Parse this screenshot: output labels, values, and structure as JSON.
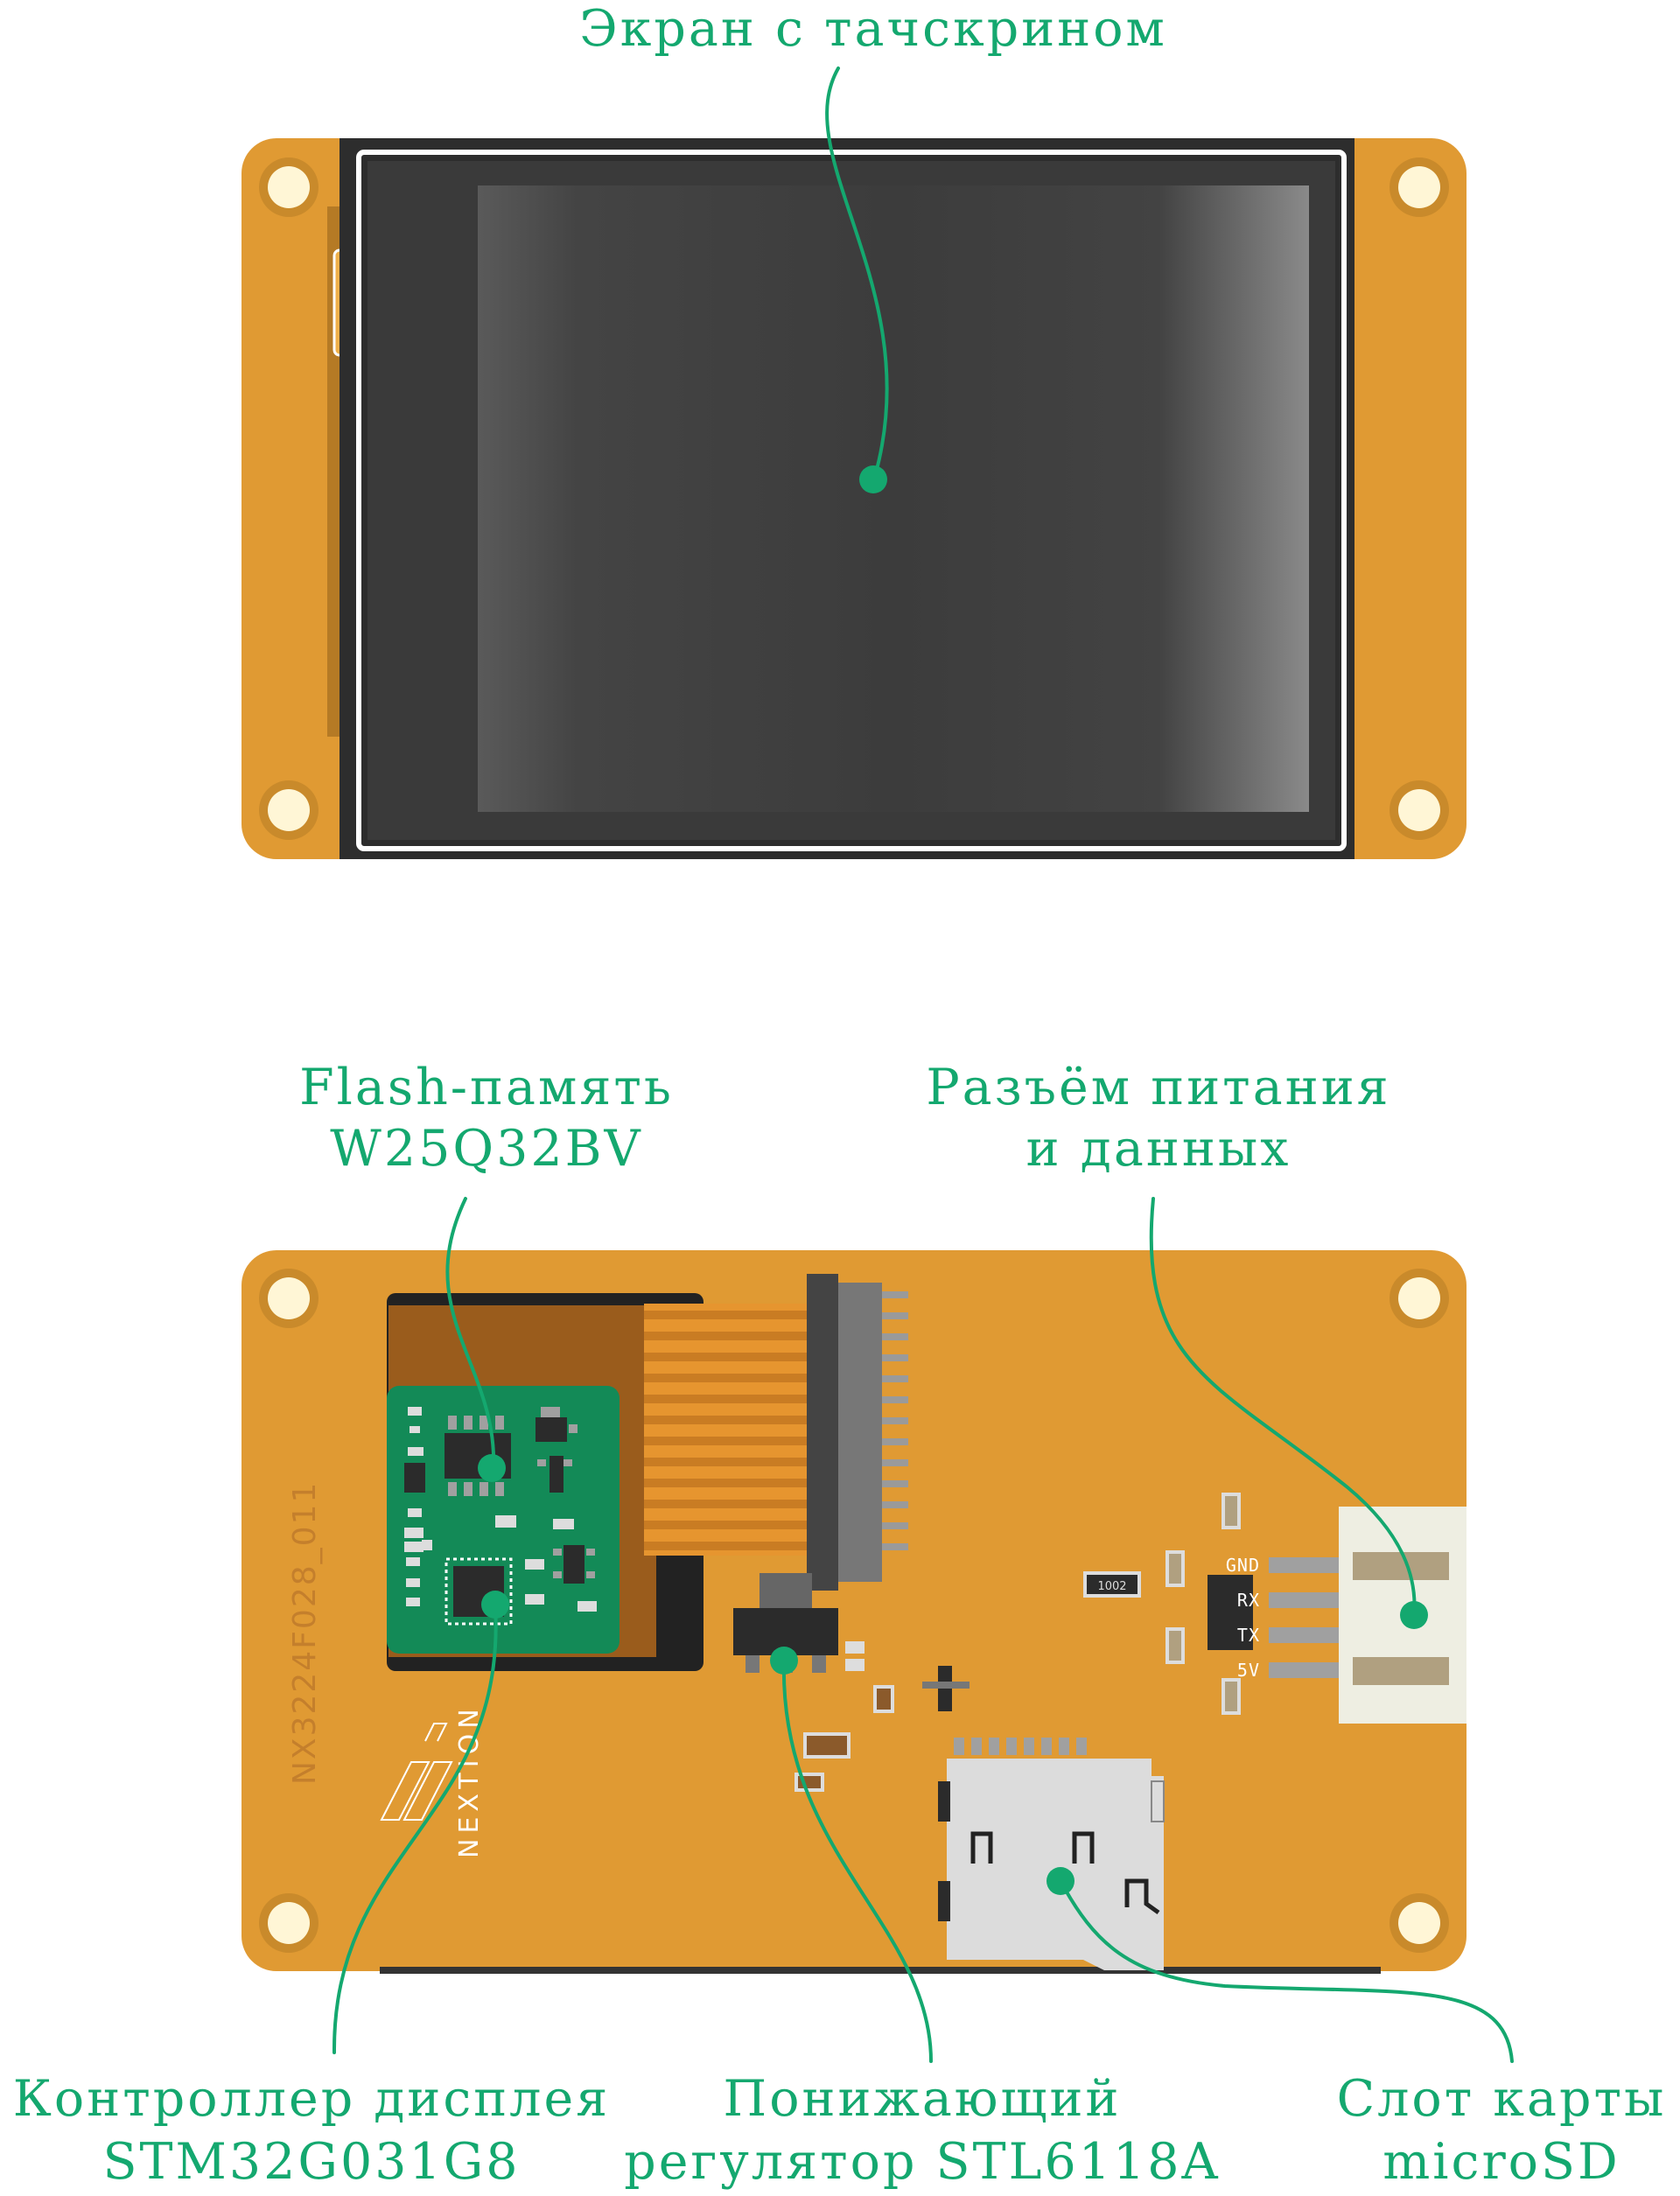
{
  "colors": {
    "pcb": "#e09a33",
    "pcb_dark": "#c98a2b",
    "hole": "#fff6d6",
    "green": "#14a86f",
    "chip_board": "#138a57",
    "screen_frame": "#2d2d2d",
    "screen_panel": "#3a3a3a"
  },
  "labels": {
    "touchscreen": "Экран с тачскрином",
    "flash_line1": "Flash-память",
    "flash_line2": "W25Q32BV",
    "connector_line1": "Разъём питания",
    "connector_line2": "и данных",
    "controller_line1": "Контроллер дисплея",
    "controller_line2": "STM32G031G8",
    "regulator_line1": "Понижающий",
    "regulator_line2": "регулятор STL6118A",
    "sdslot_line1": "Слот карты",
    "sdslot_line2": "microSD"
  },
  "board": {
    "model_text": "NX3224F028_011",
    "brand_text": "NEXTION",
    "resistor_code": "1002",
    "pins": [
      "GND",
      "RX",
      "TX",
      "5V"
    ]
  }
}
